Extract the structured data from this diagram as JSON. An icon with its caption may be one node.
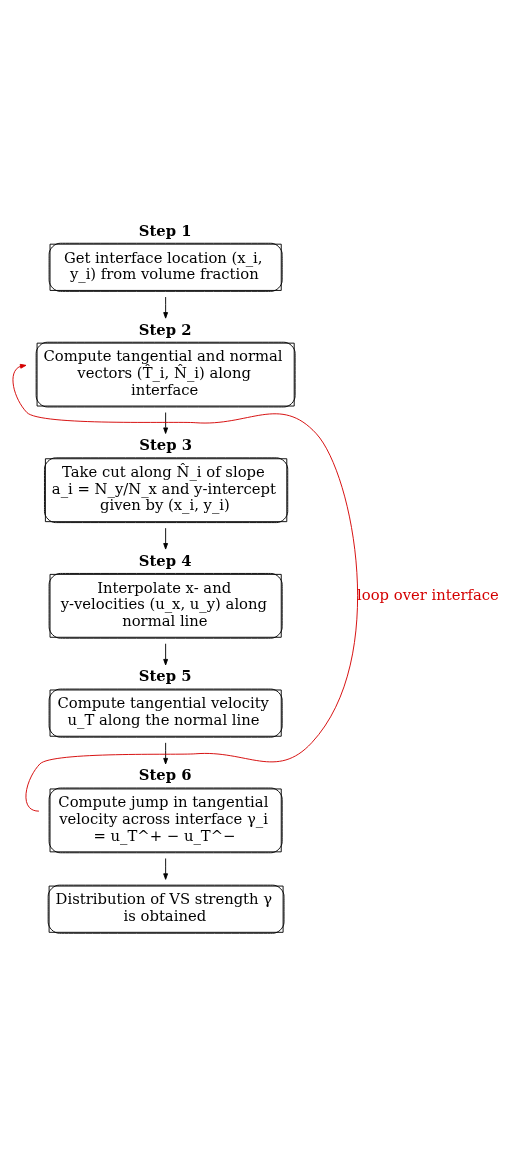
{
  "diagram": {
    "nodes": [
      {
        "text": [
          "Step 1",
          "Get interface location (x_i, y_i) from volume fraction"
        ]
      },
      {
        "text": [
          "Step 2",
          "Compute tangential and normal vectors (T̂_i, N̂_i) along interface"
        ]
      },
      {
        "text": [
          "Step 3",
          "Take cut along N̂_i of slope a_i = N_y/N_x and y-intercept given by (x_i, y_i)"
        ]
      },
      {
        "text": [
          "Step 4",
          "Interpolate x- and y-velocities (u_x, u_y) along normal line"
        ]
      },
      {
        "text": [
          "Step 5",
          "Compute tangential velocity u_T along the normal line"
        ]
      },
      {
        "text": [
          "Step 6",
          "Compute jump in tangential velocity across interface γ_i = u_T^+ − u_T^−"
        ]
      },
      {
        "text": [
          "Distribution of VS strength γ is obtained"
        ]
      }
    ],
    "edges": [
      {
        "from": 0,
        "to": 1,
        "arrow": "to"
      },
      {
        "from": 1,
        "to": 2,
        "arrow": "to"
      },
      {
        "from": 2,
        "to": 3,
        "arrow": "to"
      },
      {
        "from": 3,
        "to": 4,
        "arrow": "to"
      },
      {
        "from": 4,
        "to": 5,
        "arrow": "to"
      },
      {
        "from": 5,
        "to": 6,
        "arrow": "to"
      },
      {
        "from": 5,
        "to": 1,
        "arrow": "to",
        "label": "loop over interface",
        "color": "#d40000"
      }
    ]
  }
}
